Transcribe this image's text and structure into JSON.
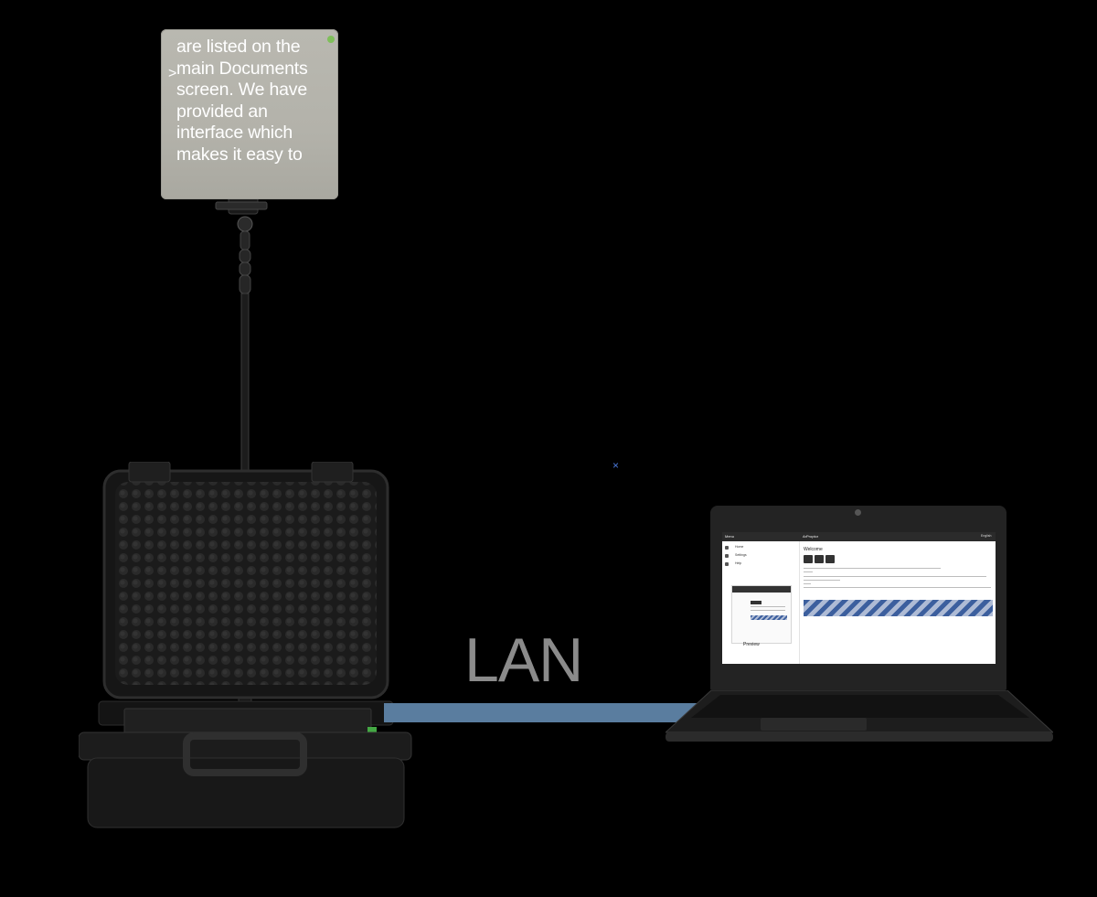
{
  "teleprompter": {
    "text": "are listed on the\nmain Documents\nscreen. We have\nprovided an\ninterface which\nmakes it easy to",
    "caret": ">"
  },
  "connection": {
    "label": "LAN",
    "cable_color": "#5a7d9f"
  },
  "laptop_screen": {
    "menu_title": "Menu",
    "app_title": "ArProptor",
    "language": "English",
    "sidebar": [
      "Home",
      "Settings",
      "Help"
    ],
    "preview_label": "Preview",
    "heading": "Welcome"
  },
  "icons": {
    "cursor": "×"
  }
}
